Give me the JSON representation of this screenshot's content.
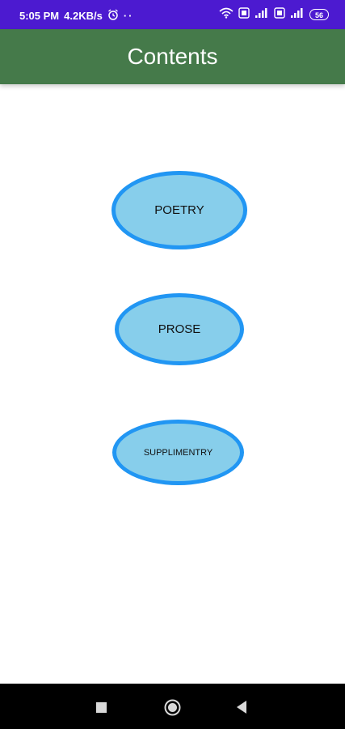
{
  "status_bar": {
    "time": "5:05 PM",
    "speed": "4.2KB/s",
    "battery": "56",
    "dots": "··",
    "icons": [
      "alarm-icon",
      "wifi-icon",
      "vo-lte-icon",
      "signal-icon",
      "battery-icon"
    ]
  },
  "app_bar": {
    "title": "Contents",
    "color": "#457a4a"
  },
  "buttons": {
    "poetry": "POETRY",
    "prose": "PROSE",
    "supplimentry": "SUPPLIMENTRY",
    "fill_color": "#87ceeb",
    "border_color": "#2196f3"
  },
  "nav_bar": {
    "icons": [
      "recents-icon",
      "home-icon",
      "back-icon"
    ]
  }
}
